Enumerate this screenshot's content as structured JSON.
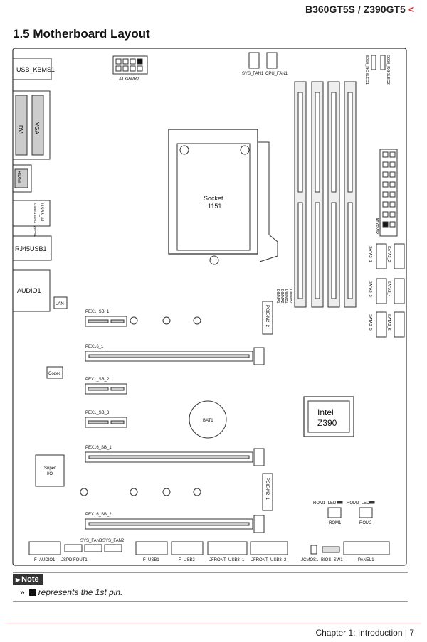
{
  "header": {
    "model": "B360GT5S / Z390GT5",
    "arrow": "<"
  },
  "section_title": "1.5 Motherboard Layout",
  "labels": {
    "usb_kbms": "USB_KBMS1",
    "dvi": "DVI",
    "vga": "VGA",
    "hdmi": "HDMI",
    "usb31": "USB3_A1",
    "usb31_sub": "USB3.1 Gen2 Type-A/C",
    "rj45": "RJ45USB1",
    "audio": "AUDIO1",
    "lan": "LAN",
    "codec": "Codec",
    "super_io_1": "Super",
    "super_io_2": "I/O",
    "atxpwr2": "ATXPWR2",
    "sys_fan1": "SYS_FAN1",
    "cpu_fan1": "CPU_FAN1",
    "rgbled1": "5050_RGBLED1",
    "rgbled2": "5050_RGBLED2",
    "socket_1": "Socket",
    "socket_2": "1151",
    "atxpwr1": "ATXPWR1",
    "dimms": [
      "DIMMA1",
      "DIMMA2",
      "DIMMB1",
      "DIMMB2"
    ],
    "sata": [
      "SATA3_1",
      "SATA3_2",
      "SATA3_3",
      "SATA3_4",
      "SATA3_5",
      "SATA3_6"
    ],
    "pex1_sb1": "PEX1_SB_1",
    "pex16_1": "PEX16_1",
    "pex1_sb2": "PEX1_SB_2",
    "pex1_sb3": "PEX1_SB_3",
    "pex16_sb1": "PEX16_SB_1",
    "pex16_sb2": "PEX16_SB_2",
    "pcie_m2_2": "PCIE-M2_2",
    "pcie_m2_1": "PCIE-M2_1",
    "bat": "BAT1",
    "chip_1": "Intel",
    "chip_2": "Z390",
    "rom1_led": "ROM1_LED",
    "rom2_led": "ROM2_LED",
    "rom1": "ROM1",
    "rom2": "ROM2",
    "sys_fan3": "SYS_FAN3",
    "sys_fan2": "SYS_FAN2",
    "f_audio1": "F_AUDIO1",
    "jspdif": "JSPDIFOUT1",
    "f_usb1": "F_USB1",
    "f_usb2": "F_USB2",
    "jfront1": "JFRONT_USB3_1",
    "jfront2": "JFRONT_USB3_2",
    "jcmos": "JCMOS1",
    "bios_sw": "BIOS_SW1",
    "panel": "PANEL1"
  },
  "note": {
    "tag": "Note",
    "bullet": "»",
    "text": "represents the 1st pin."
  },
  "footer": "Chapter 1: Introduction | 7",
  "colors": {
    "accent": "#d32f2f",
    "board_line": "#333333",
    "slot_fill": "#dddddd"
  }
}
